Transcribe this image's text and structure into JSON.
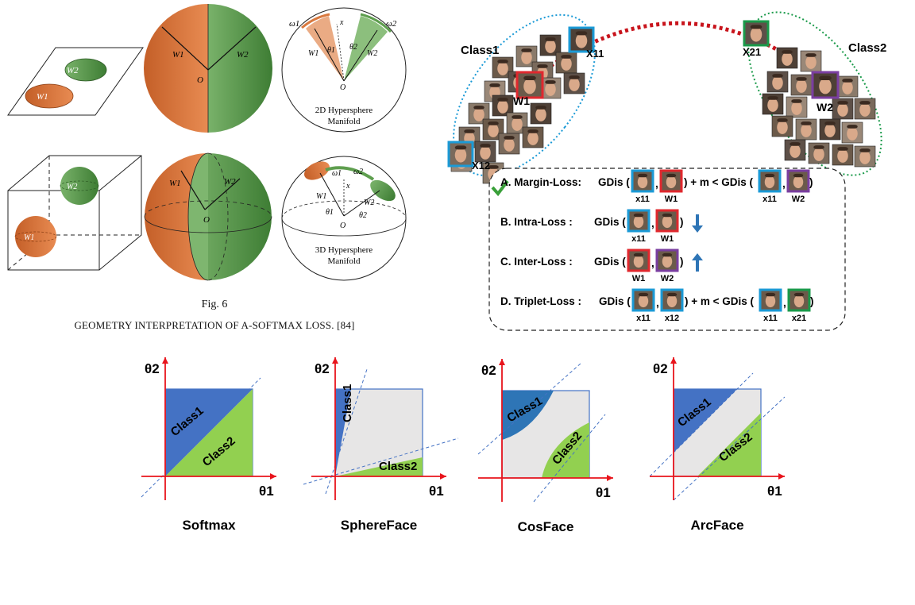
{
  "figure6": {
    "fig_label": "Fig. 6",
    "caption": "GEOMETRY INTERPRETATION OF A-SOFTMAX LOSS. [84]",
    "labels": {
      "W1": "W1",
      "W2": "W2",
      "O": "O",
      "x": "x",
      "omega1": "ω1",
      "omega2": "ω2",
      "theta1": "θ1",
      "theta2": "θ2",
      "hs2d_line1": "2D Hypersphere",
      "hs2d_line2": "Manifold",
      "hs3d_line1": "3D Hypersphere",
      "hs3d_line2": "Manifold"
    },
    "colors": {
      "orange": "#d9793f",
      "green": "#5e9e4e"
    }
  },
  "faces_panel": {
    "class1": "Class1",
    "class2": "Class2",
    "w1": "W1",
    "w2": "W2",
    "x11": "X11",
    "x12": "X12",
    "x21": "X21",
    "losses": [
      {
        "name": "A. Margin-Loss:",
        "formula_a": "GDis (",
        "formula_b": ",",
        "formula_c": ") + m < GDis (",
        "formula_d": ",",
        "formula_e": ")",
        "sub1": "x11",
        "sub2": "W1",
        "sub3": "x11",
        "sub4": "W2"
      },
      {
        "name": "B. Intra-Loss :",
        "formula_a": "GDis (",
        "formula_b": ",",
        "formula_c": ")",
        "sub1": "x11",
        "sub2": "W1",
        "arrow": "down"
      },
      {
        "name": "C. Inter-Loss :",
        "formula_a": "GDis (",
        "formula_b": ",",
        "formula_c": ")",
        "sub1": "W1",
        "sub2": "W2",
        "arrow": "up"
      },
      {
        "name": "D. Triplet-Loss :",
        "formula_a": "GDis (",
        "formula_b": ",",
        "formula_c": ") + m < GDis (",
        "formula_d": ",",
        "formula_e": ")",
        "sub1": "x11",
        "sub2": "x12",
        "sub3": "x11",
        "sub4": "x21"
      }
    ],
    "colors": {
      "blue_frame": "#1b9ad6",
      "red_frame": "#e0282e",
      "purple_frame": "#7a3ea0",
      "green_frame": "#1a9a4a",
      "red_dotted": "#c8141c"
    }
  },
  "decision_plots": [
    {
      "name": "Softmax",
      "xlabel": "θ1",
      "ylabel": "θ2",
      "class1": "Class1",
      "class2": "Class2"
    },
    {
      "name": "SphereFace",
      "xlabel": "θ1",
      "ylabel": "θ2",
      "class1": "Class1",
      "class2": "Class2"
    },
    {
      "name": "CosFace",
      "xlabel": "θ1",
      "ylabel": "θ2",
      "class1": "Class1",
      "class2": "Class2"
    },
    {
      "name": "ArcFace",
      "xlabel": "θ1",
      "ylabel": "θ2",
      "class1": "Class1",
      "class2": "Class2"
    }
  ],
  "plot_colors": {
    "class1": "#4472c4",
    "class2": "#92d050",
    "gap": "#e7e6e6",
    "axis": "#e8141c",
    "dash": "#4472c4"
  }
}
